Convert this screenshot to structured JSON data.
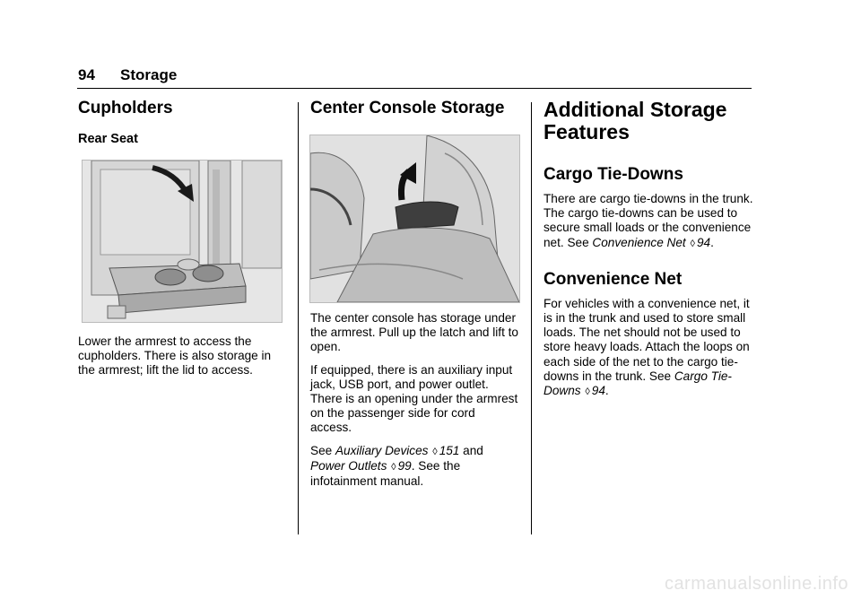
{
  "header": {
    "page_number": "94",
    "section": "Storage"
  },
  "col1": {
    "title": "Cupholders",
    "subtitle": "Rear Seat",
    "body": "Lower the armrest to access the cupholders. There is also storage in the armrest; lift the lid to access."
  },
  "col2": {
    "title": "Center Console Storage",
    "p1": "The center console has storage under the armrest. Pull up the latch and lift to open.",
    "p2": "If equipped, there is an auxiliary input jack, USB port, and power outlet. There is an opening under the armrest on the passenger side for cord access.",
    "p3": {
      "see1": "See",
      "link1": "Auxiliary Devices",
      "page1": "151",
      "and": "and",
      "link2": "Power Outlets",
      "page2": "99",
      "tail": ". See the infotainment manual."
    }
  },
  "col3": {
    "title_line1": "Additional Storage",
    "title_line2": "Features",
    "sub1": "Cargo Tie-Downs",
    "p1_text": "There are cargo tie-downs in the trunk. The cargo tie-downs can be used to secure small loads or the convenience net. See",
    "p1_link": "Convenience Net",
    "p1_page": "94",
    "sub2": "Convenience Net",
    "p2_text": "For vehicles with a convenience net, it is in the trunk and used to store small loads. The net should not be used to store heavy loads. Attach the loops on each side of the net to the cargo tie-downs in the trunk.",
    "p2_see": "See",
    "p2_link": "Cargo Tie-Downs",
    "p2_page": "94"
  },
  "ref_symbol": "◊",
  "watermark": "carmanualsonline.info"
}
